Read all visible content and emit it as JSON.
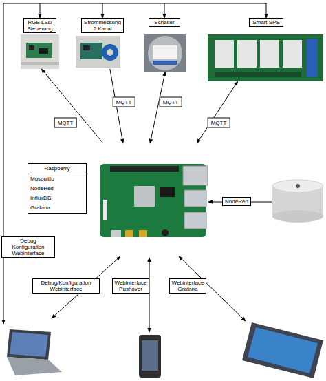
{
  "diagram": {
    "nodes": [
      {
        "text": [
          "RGB LED Steuerung"
        ]
      },
      {
        "text": [
          "Strommessung 2 Kanal"
        ]
      },
      {
        "text": [
          "Schalter"
        ]
      },
      {
        "text": [
          "Smart SPS"
        ]
      },
      {
        "text": [
          "Raspberry",
          "Mosquitto",
          "NodeRed",
          "InfluxDB",
          "Grafana"
        ]
      }
    ],
    "edges": [
      {
        "from": 4,
        "to": 0,
        "arrow": "to",
        "label": "MQTT"
      },
      {
        "from": 1,
        "to": 4,
        "arrow": "to",
        "label": "MQTT"
      },
      {
        "from": 2,
        "to": 4,
        "arrow": "both",
        "label": "MQTT"
      },
      {
        "from": 3,
        "to": 4,
        "arrow": "both",
        "label": "MQTT"
      }
    ],
    "labels": [
      "Debug Konfiguration Webinterface",
      "NodeRed",
      "Debug/Konfiguration Webinterface",
      "Webinterface Pushover",
      "Webinterface Grafana"
    ]
  }
}
